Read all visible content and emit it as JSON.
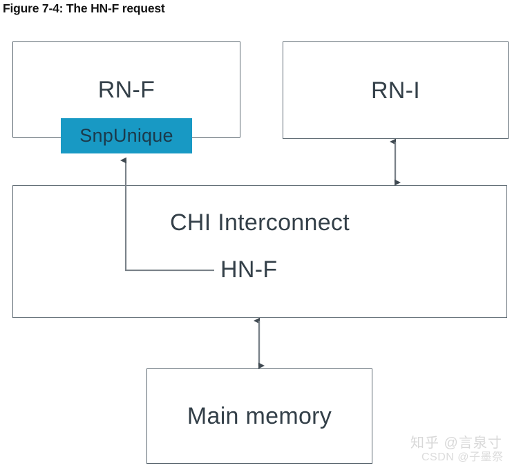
{
  "figure": {
    "title": "Figure 7-4: The HN-F request"
  },
  "diagram": {
    "nodes": [
      {
        "id": "rn-f",
        "label": "RN-F"
      },
      {
        "id": "rn-i",
        "label": "RN-I"
      },
      {
        "id": "chi-interconnect",
        "label": "CHI Interconnect"
      },
      {
        "id": "hn-f",
        "label": "HN-F"
      },
      {
        "id": "main-memory",
        "label": "Main memory"
      }
    ],
    "message": {
      "id": "snpunique",
      "label": "SnpUnique",
      "fill_color": "#1899C4",
      "text_color": "#1B3A4B"
    },
    "connectors": [
      {
        "id": "hnf-to-snpunique",
        "from": "hn-f",
        "to": "snpunique",
        "style": "elbow",
        "arrows": "single"
      },
      {
        "id": "rni-to-chi",
        "from": "rn-i",
        "to": "chi-interconnect",
        "style": "straight",
        "arrows": "double"
      },
      {
        "id": "chi-to-memory",
        "from": "chi-interconnect",
        "to": "main-memory",
        "style": "straight",
        "arrows": "double"
      }
    ],
    "colors": {
      "box_border": "#5B6770",
      "node_text": "#333F48",
      "title_text": "#141414",
      "connector": "#7A8289",
      "background": "#FFFFFF"
    }
  },
  "watermark": {
    "zhihu": "知乎 @言泉寸",
    "csdn": "CSDN @子墨祭"
  }
}
